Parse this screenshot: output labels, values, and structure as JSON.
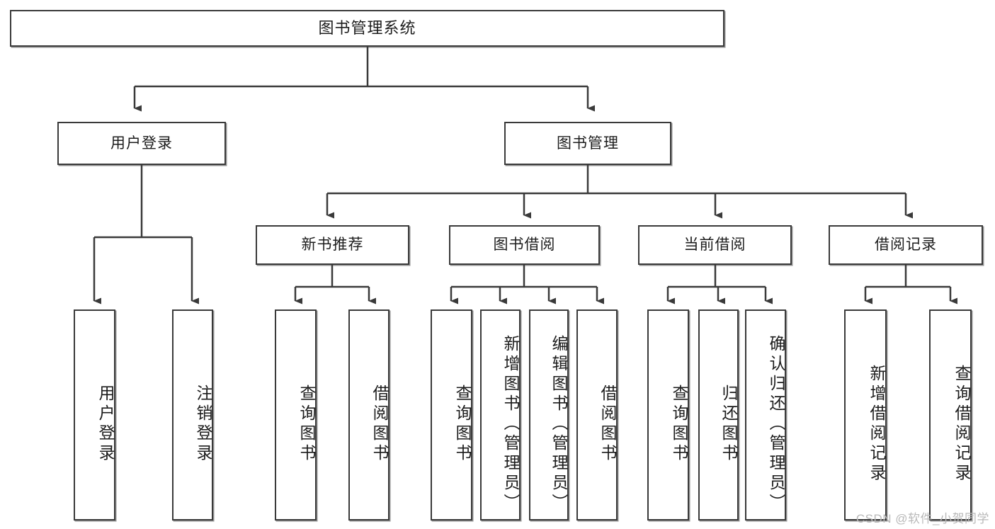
{
  "diagram": {
    "title": "图书管理系统",
    "type": "tree-hierarchy-diagram",
    "watermark": "CSDN @软件_小贺同学",
    "colors": {
      "box_border": "#3a3a3a",
      "box_fill": "#ffffff",
      "connector": "#3a3a3a",
      "text": "#1c1c1c",
      "watermark": "#b9b9b9"
    },
    "root": {
      "label": "图书管理系统"
    },
    "level2": [
      {
        "label": "用户登录"
      },
      {
        "label": "图书管理"
      }
    ],
    "level3": [
      {
        "label": "新书推荐"
      },
      {
        "label": "图书借阅"
      },
      {
        "label": "当前借阅"
      },
      {
        "label": "借阅记录"
      }
    ],
    "leaves": {
      "user_login": [
        {
          "label": "用户登录"
        },
        {
          "label": "注销登录"
        }
      ],
      "new_book_recommend": [
        {
          "label": "查询图书"
        },
        {
          "label": "借阅图书"
        }
      ],
      "book_borrow": [
        {
          "label": "查询图书"
        },
        {
          "label": "新增图书（管理员）"
        },
        {
          "label": "编辑图书（管理员）"
        },
        {
          "label": "借阅图书"
        }
      ],
      "current_borrow": [
        {
          "label": "查询图书"
        },
        {
          "label": "归还图书"
        },
        {
          "label": "确认归还（管理员）"
        }
      ],
      "borrow_record": [
        {
          "label": "新增借阅记录"
        },
        {
          "label": "查询借阅记录"
        }
      ]
    }
  }
}
